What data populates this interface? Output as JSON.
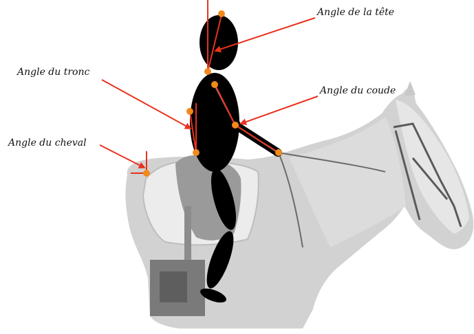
{
  "labels": {
    "head": "Angle de la tête",
    "trunk": "Angle du tronc",
    "elbow": "Angle du coude",
    "horse": "Angle du cheval"
  },
  "colors": {
    "arrow": "#e8321e",
    "marker": "#f08a1c",
    "rider": "#000000",
    "horse": "#d2d2d2",
    "horse_shadow": "#b4b4b4",
    "background": "#ffffff"
  },
  "icons": {
    "horse": "horse-silhouette",
    "rider": "rider-stick-figure"
  }
}
